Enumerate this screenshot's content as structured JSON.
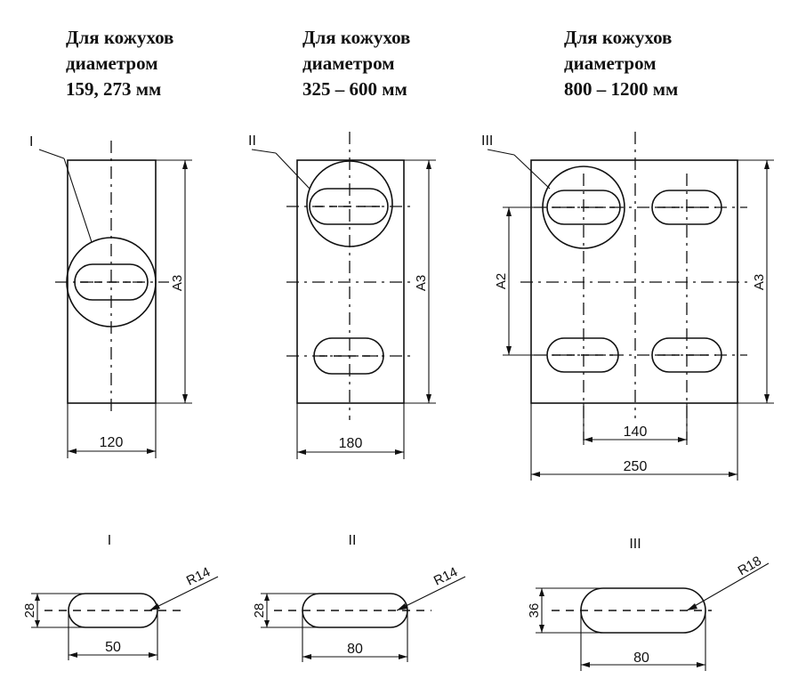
{
  "headings": [
    {
      "line1": "Для кожухов",
      "line2": "диаметром",
      "line3": "159, 273 мм"
    },
    {
      "line1": "Для кожухов",
      "line2": "диаметром",
      "line3": "325 – 600 мм"
    },
    {
      "line1": "Для кожухов",
      "line2": "диаметром",
      "line3": "800 – 1200 мм"
    }
  ],
  "plates": [
    {
      "callout": "I",
      "width_label": "120",
      "height_label": "A3"
    },
    {
      "callout": "II",
      "width_label": "180",
      "height_label": "A3"
    },
    {
      "callout": "III",
      "width_label": "250",
      "spacing_label": "140",
      "height_label": "A3",
      "pitch_label": "A2"
    }
  ],
  "details": [
    {
      "view": "I",
      "radius": "R14",
      "height": "28",
      "length": "50"
    },
    {
      "view": "II",
      "radius": "R14",
      "height": "28",
      "length": "80"
    },
    {
      "view": "III",
      "radius": "R18",
      "height": "36",
      "length": "80"
    }
  ]
}
